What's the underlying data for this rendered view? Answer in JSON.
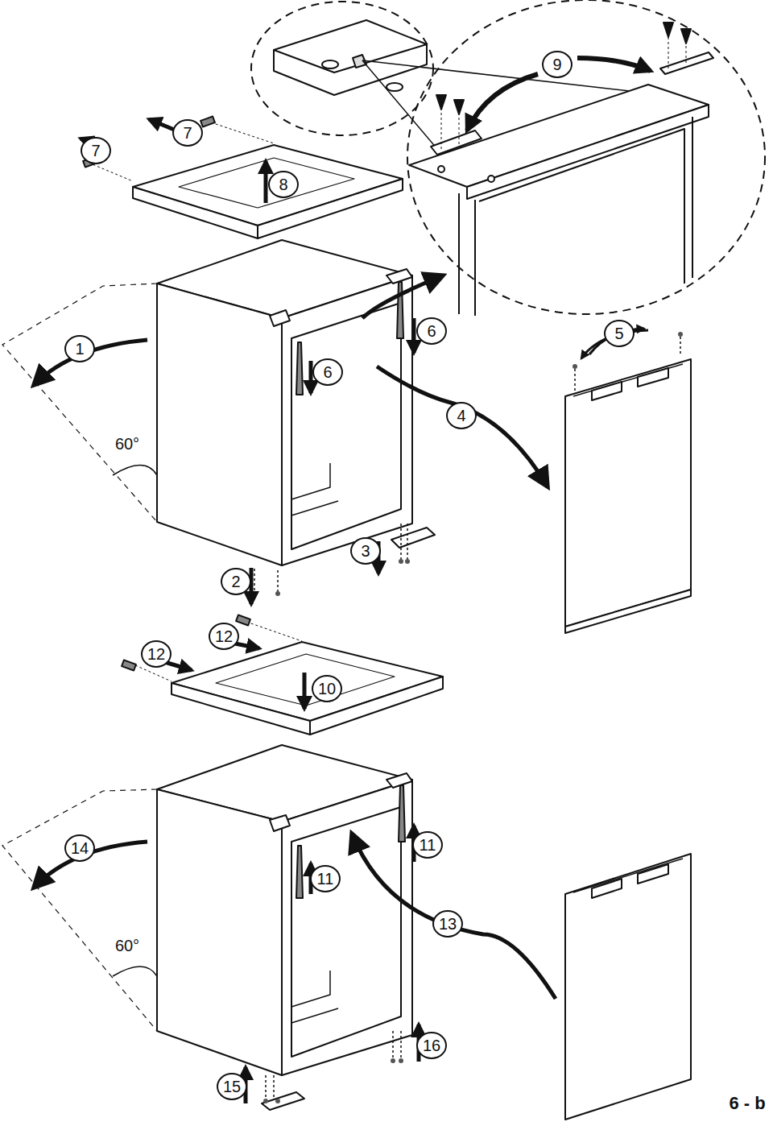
{
  "diagram": {
    "labels": [
      "9",
      "7",
      "7",
      "8",
      "1",
      "6",
      "6",
      "5",
      "4",
      "60°",
      "3",
      "2",
      "12",
      "12",
      "10",
      "14",
      "11",
      "11",
      "13",
      "60°",
      "16",
      "15",
      "6 - b"
    ]
  }
}
